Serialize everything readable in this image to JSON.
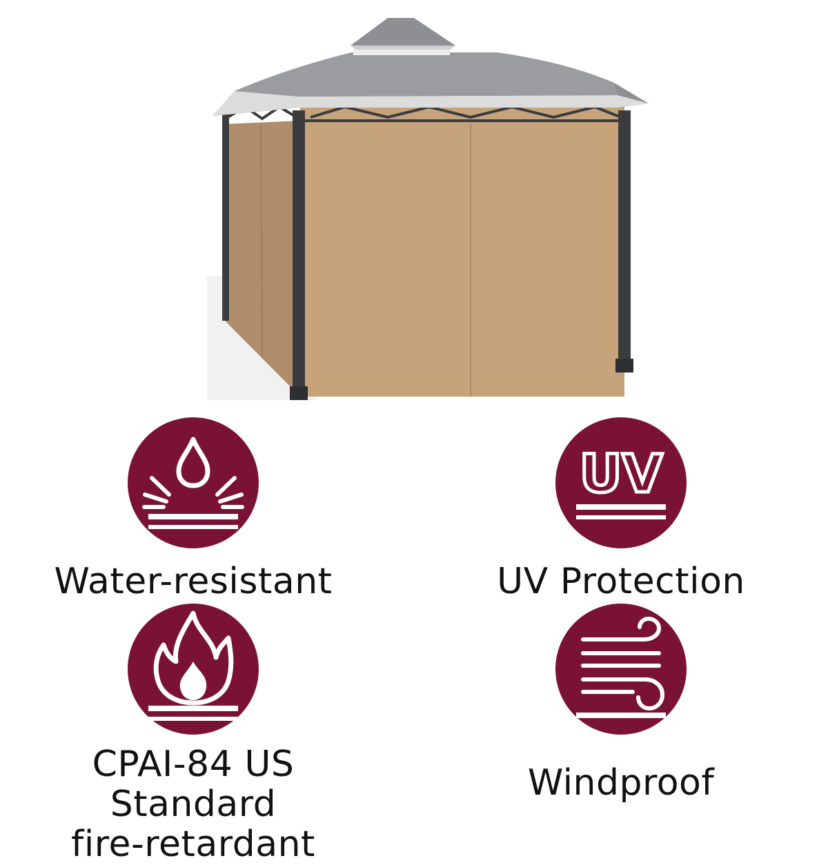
{
  "colors": {
    "badge": "#7a1236",
    "canopy": "#8d8f92",
    "curtain": "#c7a37c",
    "frame": "#3a3c40"
  },
  "product": {
    "icon": "gazebo-with-side-curtains"
  },
  "features": [
    {
      "icon": "water-drop-icon",
      "label": "Water-resistant"
    },
    {
      "icon": "uv-icon",
      "badge_text": "UV",
      "label": "UV Protection"
    },
    {
      "icon": "flame-icon",
      "label": "CPAI-84 US Standard\nfire-retardant"
    },
    {
      "icon": "wind-icon",
      "label": "Windproof"
    }
  ]
}
